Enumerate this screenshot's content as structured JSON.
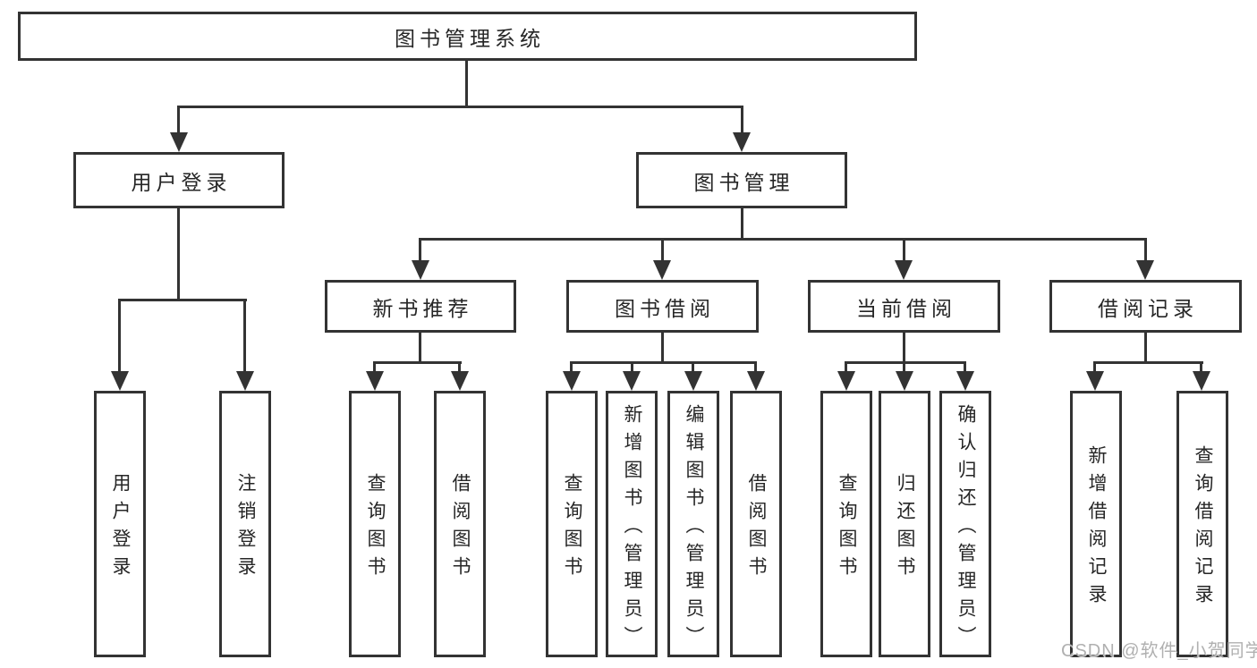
{
  "tree": {
    "root": "图书管理系统",
    "children": [
      {
        "label": "用户登录",
        "children": [
          "用户登录",
          "注销登录"
        ]
      },
      {
        "label": "图书管理",
        "children": [
          {
            "label": "新书推荐",
            "children": [
              "查询图书",
              "借阅图书"
            ]
          },
          {
            "label": "图书借阅",
            "children": [
              "查询图书",
              "新增图书（管理员）",
              "编辑图书（管理员）",
              "借阅图书"
            ]
          },
          {
            "label": "当前借阅",
            "children": [
              "查询图书",
              "归还图书",
              "确认归还（管理员）"
            ]
          },
          {
            "label": "借阅记录",
            "children": [
              "新增借阅记录",
              "查询借阅记录"
            ]
          }
        ]
      }
    ]
  },
  "watermark": {
    "text": "CSDN @软件_小贺同学"
  },
  "colors": {
    "line": "#333333",
    "box_border": "#333333",
    "text": "#262626",
    "watermark": "#b0b0b0",
    "background": "#ffffff"
  }
}
